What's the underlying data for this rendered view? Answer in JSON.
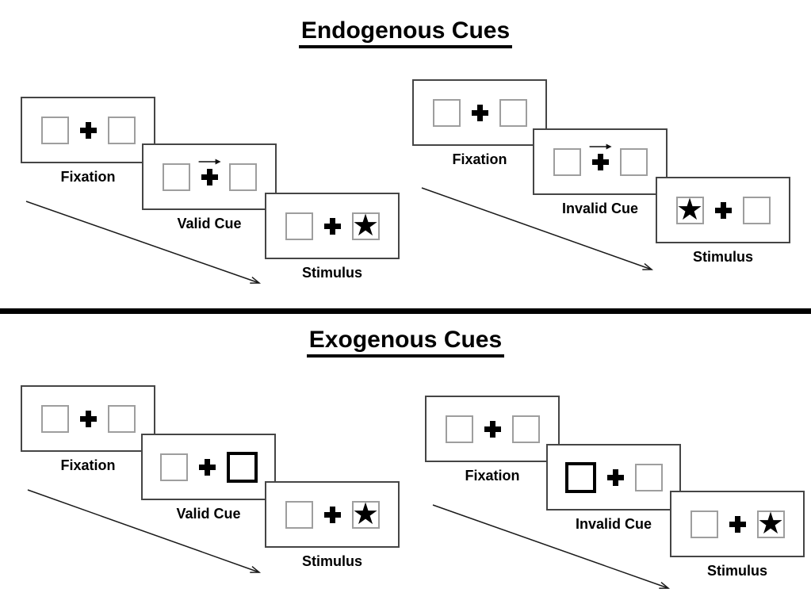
{
  "diagram_type": "posner-spatial-cueing-paradigm",
  "glyphs": {
    "star": "★"
  },
  "colors": {
    "background": "#ffffff",
    "panel_border": "#454545",
    "box_border": "#9e9e9e",
    "bold_cue_border": "#000000",
    "ink": "#000000",
    "divider": "#000000"
  },
  "endogenous": {
    "title": "Endogenous Cues",
    "valid": {
      "fixation": "Fixation",
      "cue": "Valid Cue",
      "stimulus": "Stimulus",
      "cue_type": "central-arrow-above-fixation",
      "cue_direction": "right",
      "target_side": "right"
    },
    "invalid": {
      "fixation": "Fixation",
      "cue": "Invalid Cue",
      "stimulus": "Stimulus",
      "cue_type": "central-arrow-above-fixation",
      "cue_direction": "right",
      "target_side": "left"
    }
  },
  "exogenous": {
    "title": "Exogenous Cues",
    "valid": {
      "fixation": "Fixation",
      "cue": "Valid Cue",
      "stimulus": "Stimulus",
      "cue_type": "peripheral-box-highlight",
      "cue_side": "right",
      "target_side": "right"
    },
    "invalid": {
      "fixation": "Fixation",
      "cue": "Invalid Cue",
      "stimulus": "Stimulus",
      "cue_type": "peripheral-box-highlight",
      "cue_side": "left",
      "target_side": "right"
    }
  }
}
